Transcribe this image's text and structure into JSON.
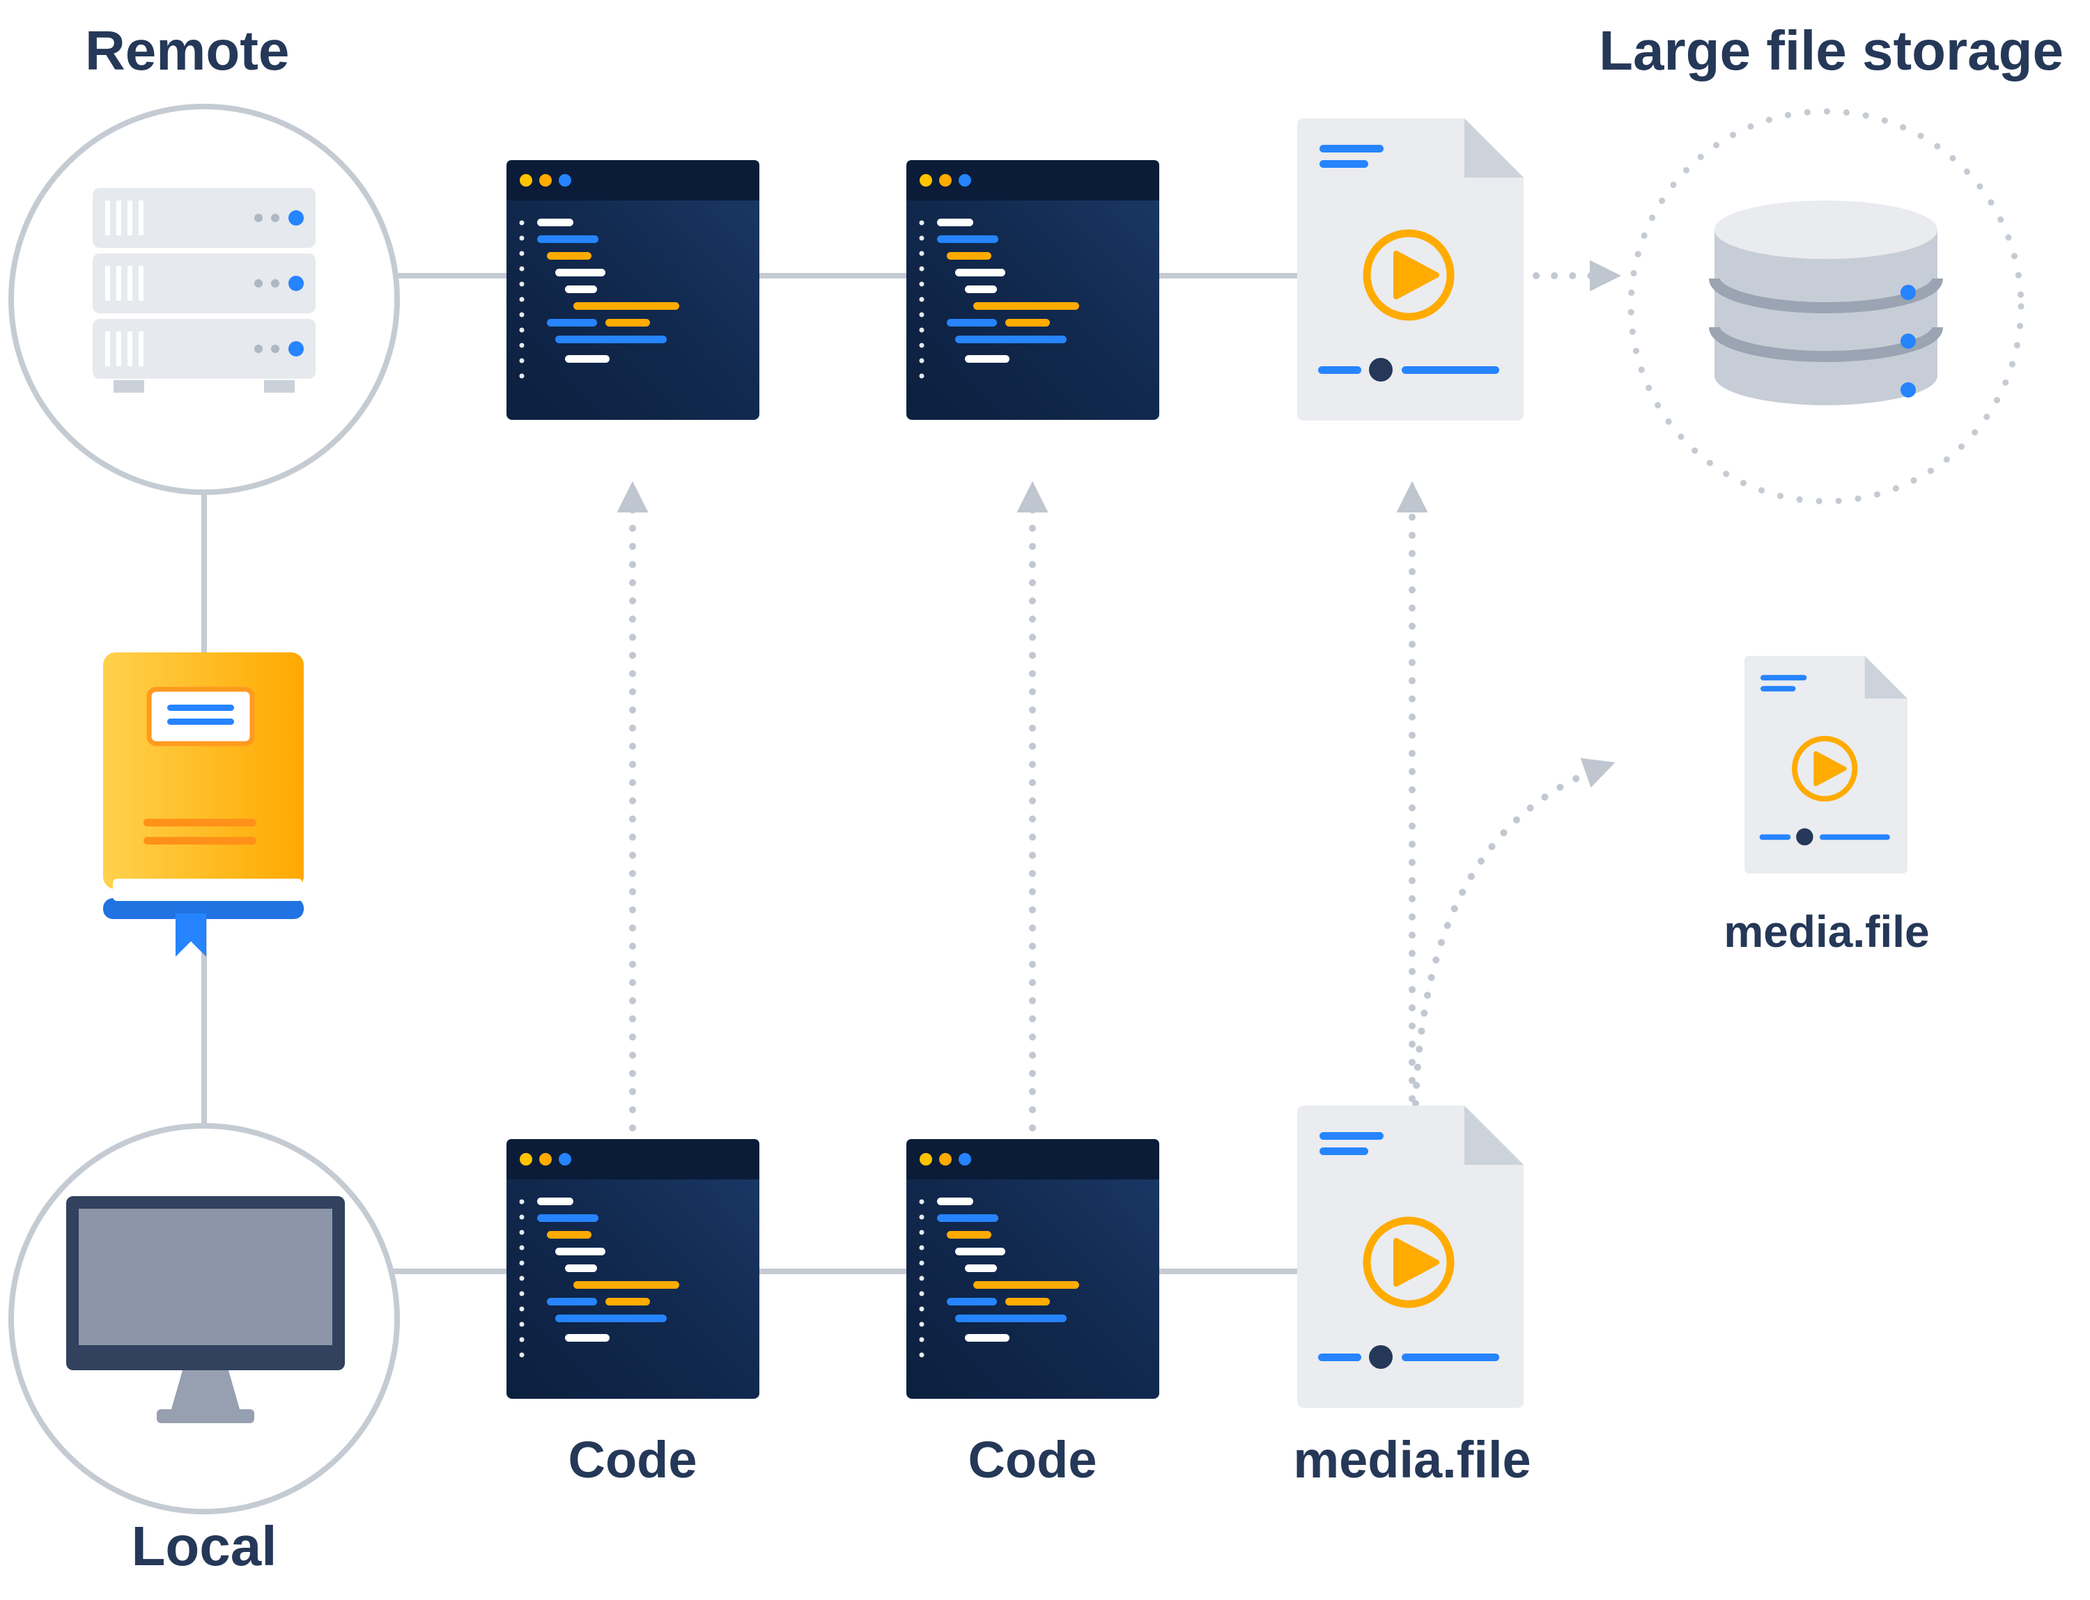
{
  "diagram": {
    "type": "git-lfs-workflow",
    "labels": {
      "remote": "Remote",
      "large_file_storage": "Large file storage",
      "local": "Local",
      "code_1": "Code",
      "code_2": "Code",
      "media_file_bottom": "media.file",
      "media_file_right": "media.file"
    },
    "icons": [
      "server-stack-icon",
      "repository-book-icon",
      "monitor-icon",
      "code-window-icon",
      "media-file-icon",
      "database-icon"
    ],
    "colors": {
      "text_navy": "#253858",
      "accent_blue": "#2684FF",
      "accent_orange": "#FFAB00",
      "window_navy": "#11294E",
      "connector_gray": "#C5CBD3",
      "icon_gray": "#EBEDF1"
    }
  }
}
